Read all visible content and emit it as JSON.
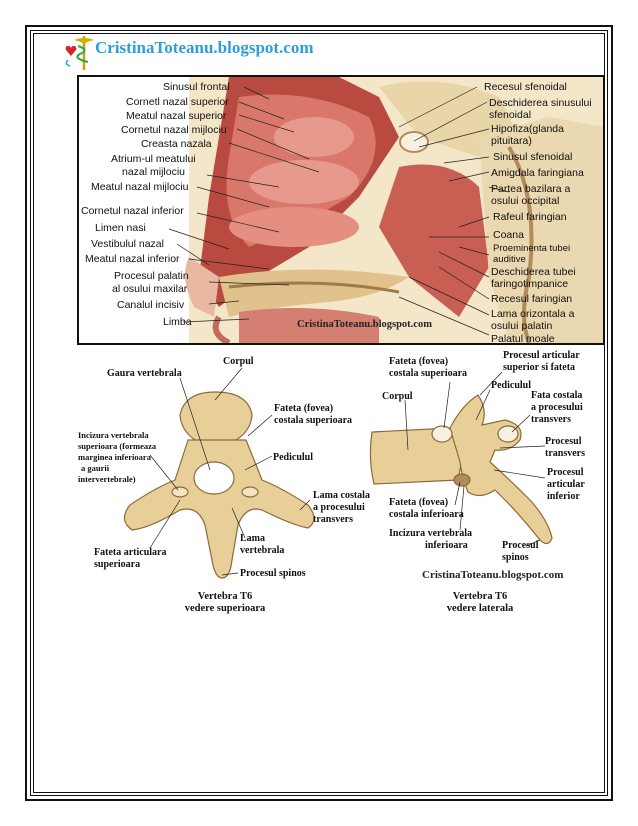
{
  "header": {
    "site_title": "CristinaToteanu.blogspot.com"
  },
  "top_figure": {
    "labels_left": [
      "Sinusul frontal",
      "Cornetl nazal superior",
      "Meatul nazal superior",
      "Cornetul nazal mijlociu",
      "Creasta nazala",
      "Atrium-ul meatului",
      "nazal mijlociu",
      "Meatul nazal mijlociu",
      "Cornetul nazal inferior",
      "Limen nasi",
      "Vestibulul nazal",
      "Meatul nazal inferior",
      "Procesul palatin",
      "al osului maxilar",
      "Canalul incisiv",
      "Limba"
    ],
    "labels_right": [
      "Recesul sfenoidal",
      "Deschiderea sinusului",
      "sfenoidal",
      "Hipofiza(glanda",
      "pituitara)",
      "Sinusul sfenoidal",
      "Amigdala faringiana",
      "Partea bazilara a",
      "osului occipital",
      "Rafeul faringian",
      "Coana",
      "Proeminenta tubei",
      "auditive",
      "Deschiderea tubei",
      "faringotimpanice",
      "Recesul faringian",
      "Lama orizontala a",
      "osului palatin",
      "Palatul moale"
    ],
    "watermark": "CristinaToteanu.blogspot.com"
  },
  "vertebra_superior": {
    "labels": {
      "corpul": "Corpul",
      "gaura": "Gaura vertebrala",
      "fateta_sup": [
        "Fateta (fovea)",
        "costala superioara"
      ],
      "incizura": [
        "Incizura vertebrala",
        "superioara (formeaza",
        "marginea inferioara",
        "a gaurii",
        "intervertebrale)"
      ],
      "pediculul": "Pediculul",
      "lama_costala": [
        "Lama costala",
        "a procesului",
        "transvers"
      ],
      "lama": [
        "Lama",
        "vertebrala"
      ],
      "fateta_art": [
        "Fateta articulara",
        "superioara"
      ],
      "spinos": "Procesul spinos"
    },
    "caption": [
      "Vertebra T6",
      "vedere superioara"
    ]
  },
  "vertebra_lateral": {
    "labels": {
      "proc_art_sup": [
        "Procesul articular",
        "superior si fateta"
      ],
      "fateta_sup": [
        "Fateta (fovea)",
        "costala superioara"
      ],
      "pediculul": "Pediculul",
      "corpul": "Corpul",
      "fata_costala": [
        "Fata costala",
        "a procesului",
        "transvers"
      ],
      "proc_transvers": [
        "Procesul",
        "transvers"
      ],
      "proc_art_inf": [
        "Procesul",
        "articular",
        "inferior"
      ],
      "fateta_inf": [
        "Fateta (fovea)",
        "costala inferioara"
      ],
      "incizura_inf": [
        "Incizura vertebrala",
        "inferioara"
      ],
      "spinos": [
        "Procesul",
        "spinos"
      ]
    },
    "watermark": "CristinaToteanu.blogspot.com",
    "caption": [
      "Vertebra T6",
      "vedere laterala"
    ]
  },
  "colors": {
    "title_blue": "#2a9fd8",
    "bone": "#e8cf97",
    "tissue": "#c8554a",
    "mucosa": "#e79a8c"
  }
}
